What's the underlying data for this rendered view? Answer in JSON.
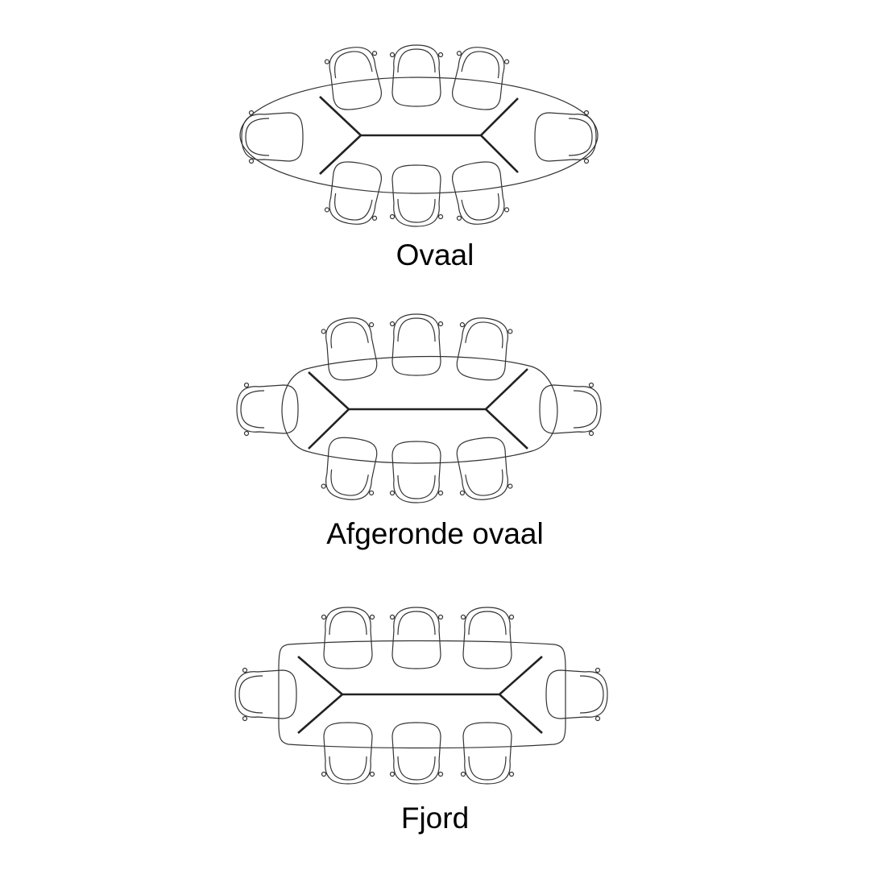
{
  "tables": [
    {
      "label": "Ovaal",
      "seats": 8
    },
    {
      "label": "Afgeronde ovaal",
      "seats": 8
    },
    {
      "label": "Fjord",
      "seats": 8
    }
  ]
}
